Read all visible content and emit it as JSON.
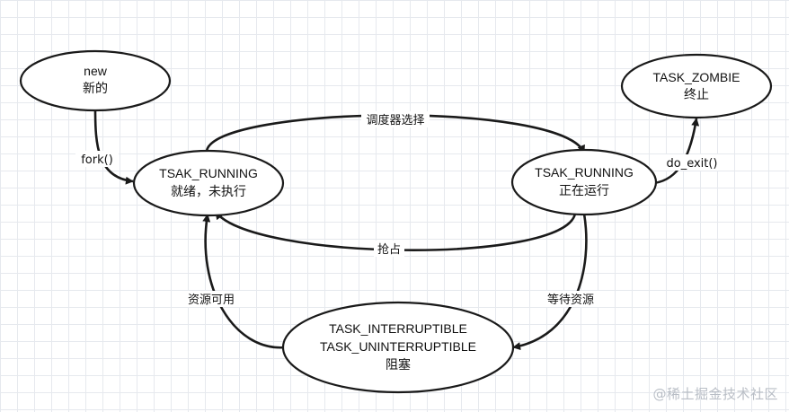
{
  "nodes": {
    "new": {
      "line1": "new",
      "line2": "新的"
    },
    "ready": {
      "line1": "TSAK_RUNNING",
      "line2": "就绪，未执行"
    },
    "running": {
      "line1": "TSAK_RUNNING",
      "line2": "正在运行"
    },
    "zombie": {
      "line1": "TASK_ZOMBIE",
      "line2": "终止"
    },
    "blocked": {
      "line1": "TASK_INTERRUPTIBLE",
      "line2": "TASK_UNINTERRUPTIBLE",
      "line3": "阻塞"
    }
  },
  "edges": {
    "fork": "fork()",
    "schedule": "调度器选择",
    "preempt": "抢占",
    "do_exit": "do_exit()",
    "wait_resource": "等待资源",
    "resource_available": "资源可用"
  },
  "watermark": "@稀土掘金技术社区"
}
